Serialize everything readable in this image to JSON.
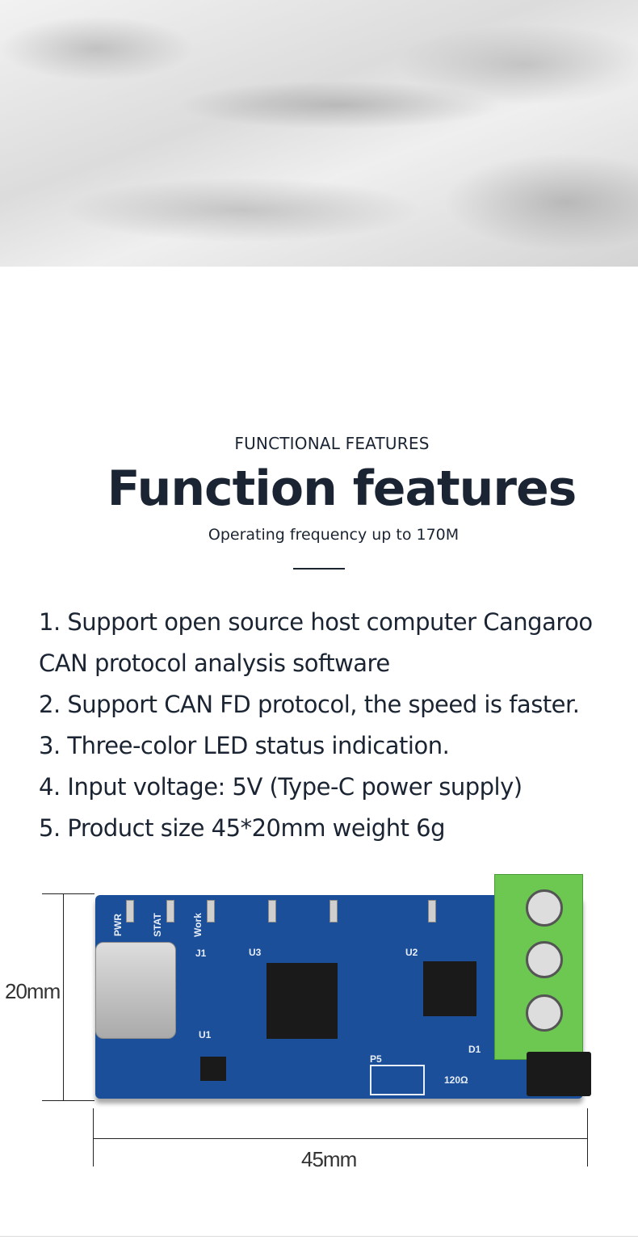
{
  "header": {
    "kicker": "FUNCTIONAL FEATURES",
    "title": "Function features",
    "subtitle": "Operating frequency up to 170M"
  },
  "features": [
    "1. Support open source host computer Cangaroo",
    "CAN protocol analysis software",
    "2. Support CAN FD protocol, the speed is faster.",
    "3. Three-color LED status indication.",
    "4. Input voltage: 5V (Type-C power supply)",
    "5. Product size 45*20mm weight 6g"
  ],
  "dimensions": {
    "height": "20mm",
    "width": "45mm"
  },
  "pcb": {
    "labels": [
      "PWR",
      "STAT",
      "Work",
      "J1",
      "U3",
      "U2",
      "U1",
      "D1",
      "P5",
      "120Ω"
    ]
  },
  "colors": {
    "board": "#1b4f9a",
    "terminal": "#6cc850",
    "text": "#1b2432"
  }
}
